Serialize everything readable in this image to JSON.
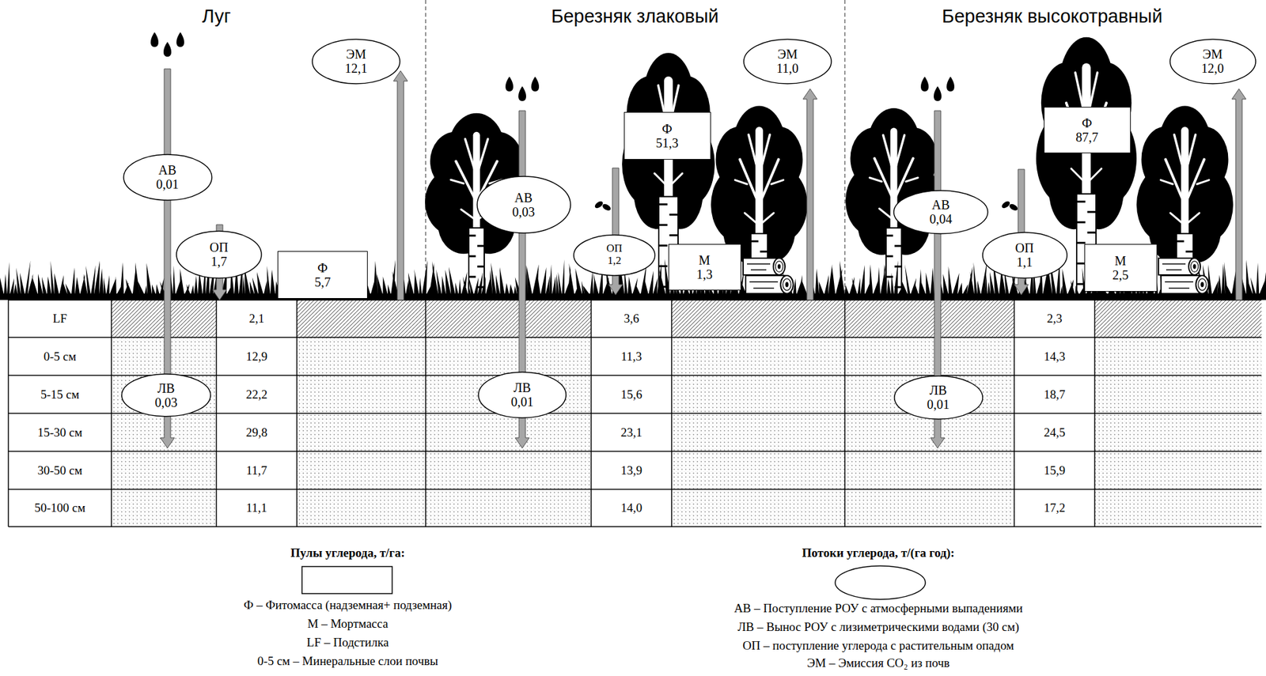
{
  "diagram": {
    "nodes": [
      {
        "text": [
          "ЭМ",
          "12,1"
        ]
      },
      {
        "text": [
          "АВ",
          "0,01"
        ]
      },
      {
        "text": [
          "ОП",
          "1,7"
        ]
      },
      {
        "text": [
          "Ф",
          "5,7"
        ]
      },
      {
        "text": [
          "ЛВ",
          "0,03"
        ]
      },
      {
        "text": [
          "ЭМ",
          "11,0"
        ]
      },
      {
        "text": [
          "Ф",
          "51,3"
        ]
      },
      {
        "text": [
          "АВ",
          "0,03"
        ]
      },
      {
        "text": [
          "ОП",
          "1,2"
        ]
      },
      {
        "text": [
          "М",
          "1,3"
        ]
      },
      {
        "text": [
          "ЛВ",
          "0,01"
        ]
      },
      {
        "text": [
          "ЭМ",
          "12,0"
        ]
      },
      {
        "text": [
          "Ф",
          "87,7"
        ]
      },
      {
        "text": [
          "АВ",
          "0,04"
        ]
      },
      {
        "text": [
          "ОП",
          "1,1"
        ]
      },
      {
        "text": [
          "М",
          "2,5"
        ]
      },
      {
        "text": [
          "ЛВ",
          "0,01"
        ]
      }
    ],
    "labels": [
      "Луг",
      "Березняк злаковый",
      "Березняк высокотравный",
      "LF",
      "2,1",
      "3,6",
      "2,3",
      "0-5 см",
      "12,9",
      "11,3",
      "14,3",
      "5-15 см",
      "22,2",
      "15,6",
      "18,7",
      "15-30 см",
      "29,8",
      "23,1",
      "24,5",
      "30-50 см",
      "11,7",
      "13,9",
      "15,9",
      "50-100 см",
      "11,1",
      "14,0",
      "17,2",
      "Ф – Фитомасса (надземная+ подземная)",
      "М – Мортмасса",
      "LF – Подстилка",
      "0-5 см – Минеральные слои почвы",
      "АВ – Поступление РОУ с атмосферными выпадениями",
      "ЛВ – Вынос РОУ с лизиметрическими водами (30 см)",
      "ОП – поступление углерода с растительным опадом",
      "ЭМ – Эмиссия CO₂ из почв"
    ],
    "legend": [
      {
        "text": "Пулы углерода, т/га:"
      },
      {
        "text": "Потоки углерода, т/(га год):"
      }
    ]
  }
}
